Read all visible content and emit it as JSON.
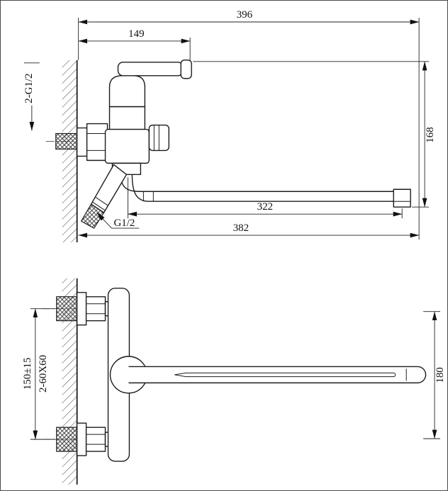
{
  "drawing": {
    "type": "technical-dimension-drawing",
    "subject": "wall-mounted bath mixer faucet, two projection views",
    "line_color": "#1c1c1c",
    "background": "#ffffff"
  },
  "top_view": {
    "dims": {
      "overall_length": "396",
      "handle_reach": "149",
      "height": "168",
      "spout_length": "322",
      "total_reach": "382",
      "inlet_thread": "2-G1/2",
      "shower_thread": "G1/2"
    }
  },
  "front_view": {
    "dims": {
      "mounting_distance": "150±15",
      "eccentric_size": "2-60X60",
      "height": "180"
    }
  }
}
